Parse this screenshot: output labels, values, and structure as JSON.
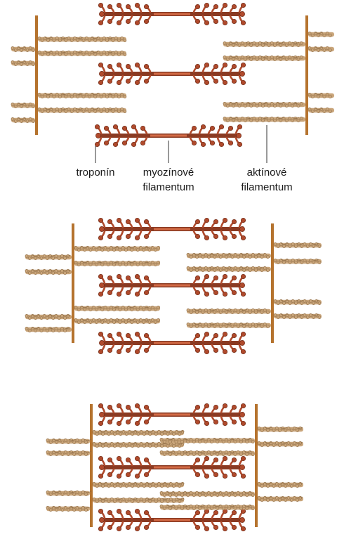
{
  "labels": {
    "troponin": "troponín",
    "myosin_line1": "myozínové",
    "myosin_line2": "filamentum",
    "actin_line1": "aktínové",
    "actin_line2": "filamentum"
  },
  "colors": {
    "z_line": "#b5732e",
    "myosin_core": "#8a3a22",
    "myosin_head": "#b04a2c",
    "actin": "#c9a57a",
    "actin_dark": "#8c6a44",
    "leader_line": "#333333"
  },
  "panels": [
    {
      "name": "relaxed-sarcomere"
    },
    {
      "name": "partially-contracted-sarcomere"
    },
    {
      "name": "fully-contracted-sarcomere"
    }
  ]
}
